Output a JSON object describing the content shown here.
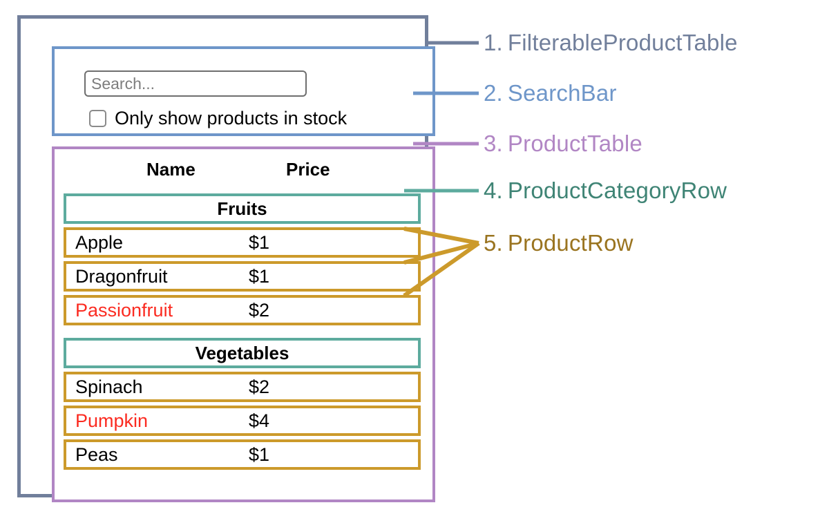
{
  "diagram": {
    "title": "React component hierarchy annotation diagram",
    "colors": {
      "filterable_product_table": "#717f9b",
      "search_bar": "#6e96c9",
      "product_table": "#b186c4",
      "product_category_row": "#5dab9e",
      "product_row": "#cc9a2b",
      "out_of_stock_text": "#fb2b21",
      "text": "#000000",
      "placeholder": "#7d7d7d"
    }
  },
  "search_bar": {
    "search_input": {
      "value": "",
      "placeholder": "Search...",
      "icon": "search-icon"
    },
    "checkbox": {
      "label": "Only show products in stock",
      "checked": false
    }
  },
  "product_table": {
    "columns": [
      "Name",
      "Price"
    ],
    "groups": [
      {
        "category": "Fruits",
        "products": [
          {
            "name": "Apple",
            "price": "$1",
            "in_stock": true
          },
          {
            "name": "Dragonfruit",
            "price": "$1",
            "in_stock": true
          },
          {
            "name": "Passionfruit",
            "price": "$2",
            "in_stock": false
          }
        ]
      },
      {
        "category": "Vegetables",
        "products": [
          {
            "name": "Spinach",
            "price": "$2",
            "in_stock": true
          },
          {
            "name": "Pumpkin",
            "price": "$4",
            "in_stock": false
          },
          {
            "name": "Peas",
            "price": "$1",
            "in_stock": true
          }
        ]
      }
    ]
  },
  "legend": [
    {
      "number": "1.",
      "label": "FilterableProductTable",
      "color": "#717f9b"
    },
    {
      "number": "2.",
      "label": "SearchBar",
      "color": "#6e96c9"
    },
    {
      "number": "3.",
      "label": "ProductTable",
      "color": "#b186c4"
    },
    {
      "number": "4.",
      "label": "ProductCategoryRow",
      "color": "#5dab9e"
    },
    {
      "number": "5.",
      "label": "ProductRow",
      "color": "#cc9a2b"
    }
  ]
}
